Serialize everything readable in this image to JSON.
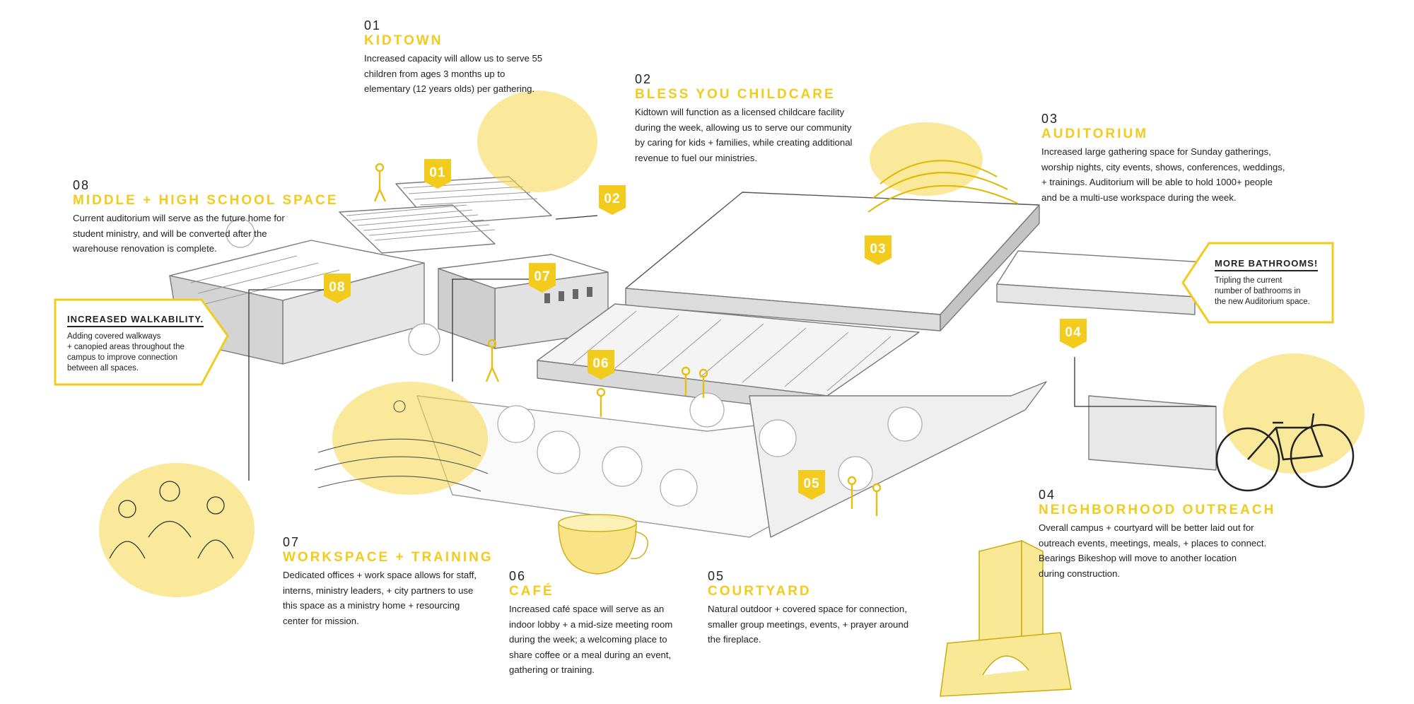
{
  "accent_color": "#f2cb1d",
  "text_color": "#222222",
  "sections": [
    {
      "num": "01",
      "title": "KIDTOWN",
      "lines": [
        "Increased capacity will allow us to serve 55",
        "children from ages 3 months up to",
        "elementary (12 years olds) per gathering."
      ]
    },
    {
      "num": "02",
      "title": "BLESS YOU CHILDCARE",
      "lines": [
        "Kidtown will function as a licensed childcare facility",
        "during the week, allowing us to serve our community",
        "by caring for kids + families, while creating additional",
        "revenue to fuel our ministries."
      ]
    },
    {
      "num": "03",
      "title": "AUDITORIUM",
      "lines": [
        "Increased large gathering space for Sunday gatherings,",
        "worship nights, city events, shows, conferences, weddings,",
        "+ trainings. Auditorium will be able to hold 1000+ people",
        "and be a multi-use workspace during the week."
      ]
    },
    {
      "num": "04",
      "title": "NEIGHBORHOOD OUTREACH",
      "lines": [
        "Overall campus + courtyard will be better laid out for",
        "outreach events, meetings, meals, + places to connect.",
        "Bearings Bikeshop will move to another location",
        "during construction."
      ]
    },
    {
      "num": "05",
      "title": "COURTYARD",
      "lines": [
        "Natural outdoor + covered space for connection,",
        "smaller group meetings, events, + prayer around",
        "the fireplace."
      ]
    },
    {
      "num": "06",
      "title": "CAFÉ",
      "lines": [
        "Increased café space will serve as an",
        "indoor lobby + a mid-size meeting room",
        "during the week; a welcoming place to",
        "share coffee or a meal during an event,",
        "gathering or training."
      ]
    },
    {
      "num": "07",
      "title": "WORKSPACE + TRAINING",
      "lines": [
        "Dedicated offices + work space allows for staff,",
        "interns, ministry leaders, + city partners to use",
        "this space as a ministry home + resourcing",
        "center for mission."
      ]
    },
    {
      "num": "08",
      "title": "MIDDLE + HIGH SCHOOL SPACE",
      "lines": [
        "Current auditorium will serve as the future home for",
        "student ministry, and will be converted after the",
        "warehouse renovation is complete."
      ]
    }
  ],
  "callouts": {
    "walkability": {
      "title": "INCREASED WALKABILITY.",
      "lines": [
        "Adding covered walkways",
        "+ canopied areas throughout the",
        "campus to improve connection",
        "between all spaces."
      ]
    },
    "bathrooms": {
      "title": "MORE BATHROOMS!",
      "lines": [
        "Tripling the current",
        "number of bathrooms in",
        "the new Auditorium space."
      ]
    }
  },
  "markers": [
    "01",
    "02",
    "03",
    "04",
    "05",
    "06",
    "07",
    "08"
  ]
}
